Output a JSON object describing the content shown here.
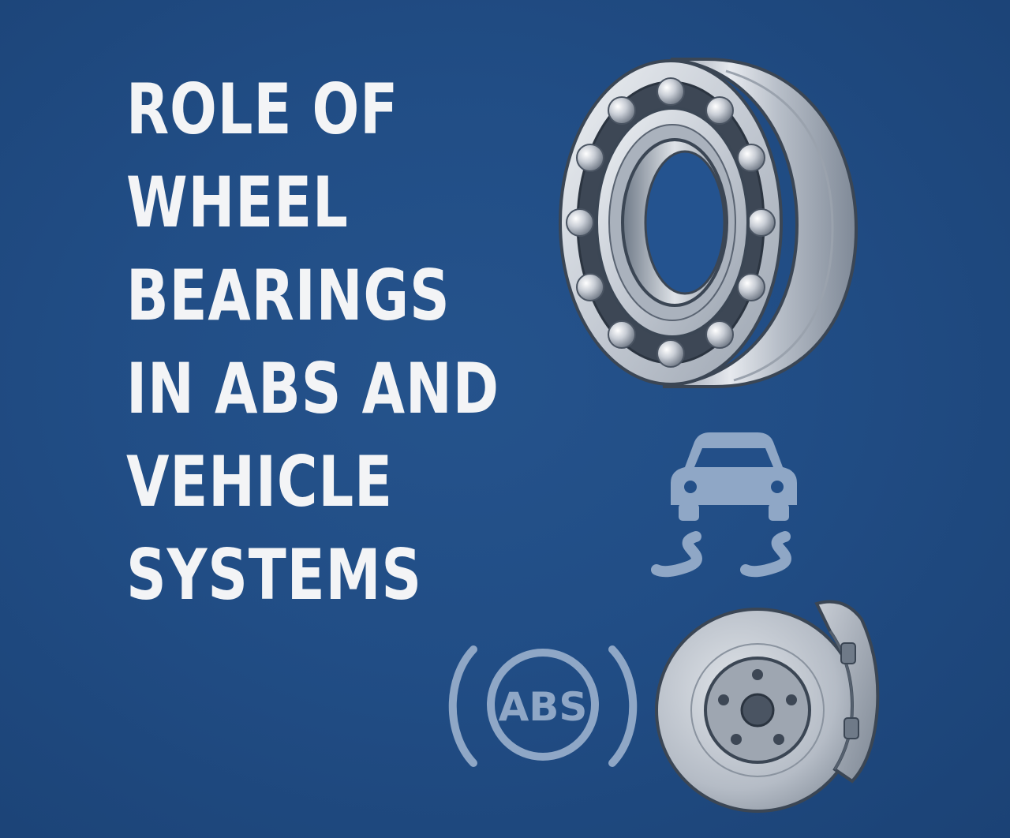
{
  "title": {
    "lines": [
      "ROLE OF",
      "WHEEL",
      "BEARINGS",
      "IN ABS AND",
      "VEHICLE",
      "SYSTEMS"
    ]
  },
  "abs_light": {
    "label": "ABS"
  },
  "icons": {
    "bearing": "ball-bearing-icon",
    "skid": "car-skid-icon",
    "abs_warning": "abs-warning-light-icon",
    "brake": "brake-disc-caliper-icon"
  },
  "colors": {
    "background": "#214d85",
    "title_text": "#f3f4f6",
    "icon_light": "#8fa7c6",
    "metal": "#c3c9d1"
  }
}
